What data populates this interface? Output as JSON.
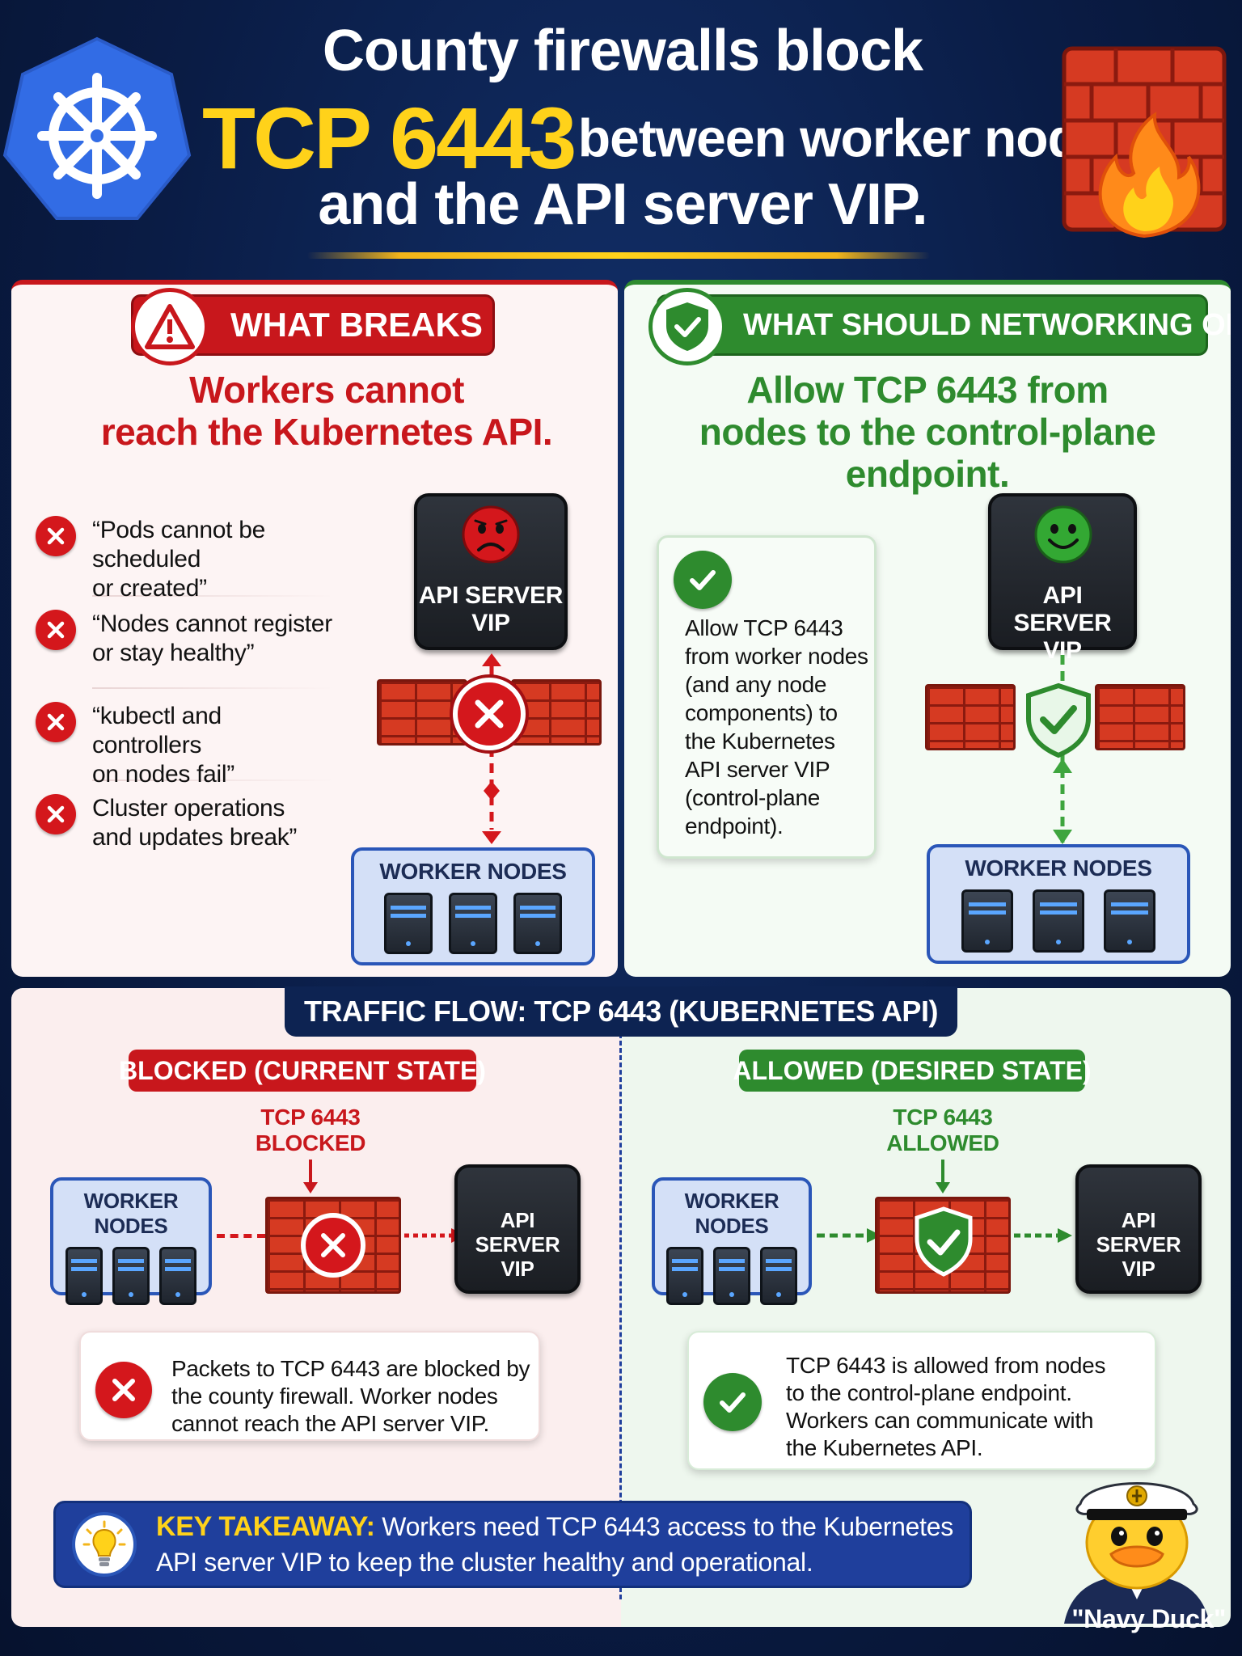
{
  "header": {
    "line1": "County firewalls block",
    "port": "TCP 6443",
    "line2_rest": "between worker nodes",
    "line3": "and the API server VIP."
  },
  "breaks": {
    "badge": "WHAT BREAKS",
    "headline_1": "Workers cannot",
    "headline_2": "reach the Kubernetes API.",
    "bullets": [
      {
        "l1": "“Pods cannot be scheduled",
        "l2": "or created”"
      },
      {
        "l1": "“Nodes cannot register",
        "l2": "or stay healthy”"
      },
      {
        "l1": "“kubectl and controllers",
        "l2": "on nodes fail”"
      },
      {
        "l1": "Cluster operations",
        "l2": "and updates break”"
      }
    ],
    "api_l1": "API SERVER",
    "api_l2": "VIP",
    "workers": "WORKER NODES"
  },
  "open": {
    "badge": "WHAT SHOULD NETWORKING OPEN",
    "headline_1": "Allow TCP 6443 from",
    "headline_2": "nodes to the control-plane",
    "headline_3": "endpoint.",
    "card_lines": [
      "Allow TCP 6443",
      "from worker nodes",
      "(and any node",
      "components) to",
      "the Kubernetes",
      "API server VIP",
      "(control-plane",
      "endpoint)."
    ],
    "api_l1": "API SERVER",
    "api_l2": "VIP",
    "workers": "WORKER NODES"
  },
  "flow": {
    "title": "TRAFFIC FLOW: TCP 6443 (KUBERNETES API)",
    "blocked": {
      "badge": "BLOCKED (CURRENT STATE)",
      "label_1": "TCP 6443",
      "label_2": "BLOCKED",
      "workers": "WORKER NODES",
      "api_l1": "API SERVER",
      "api_l2": "VIP",
      "note_lines": [
        "Packets to TCP 6443 are blocked by",
        "the county firewall. Worker nodes",
        "cannot reach the API server VIP."
      ]
    },
    "allowed": {
      "badge": "ALLOWED (DESIRED STATE)",
      "label_1": "TCP 6443",
      "label_2": "ALLOWED",
      "workers": "WORKER NODES",
      "api_l1": "API SERVER",
      "api_l2": "VIP",
      "note_lines": [
        "TCP 6443 is allowed from nodes",
        "to the control-plane endpoint.",
        "Workers can communicate with",
        "the Kubernetes API."
      ]
    }
  },
  "takeaway": {
    "key": "KEY TAKEAWAY:",
    "line1": "Workers need TCP 6443 access to the Kubernetes",
    "line2": "API server VIP to keep the cluster healthy and operational."
  },
  "mascot": {
    "caption": "\"Navy Duck\""
  },
  "colors": {
    "red": "#c8171c",
    "green": "#2e8b2e",
    "navy": "#0a1c45",
    "yellow": "#ffd21a",
    "k8s_blue": "#326ce5"
  }
}
